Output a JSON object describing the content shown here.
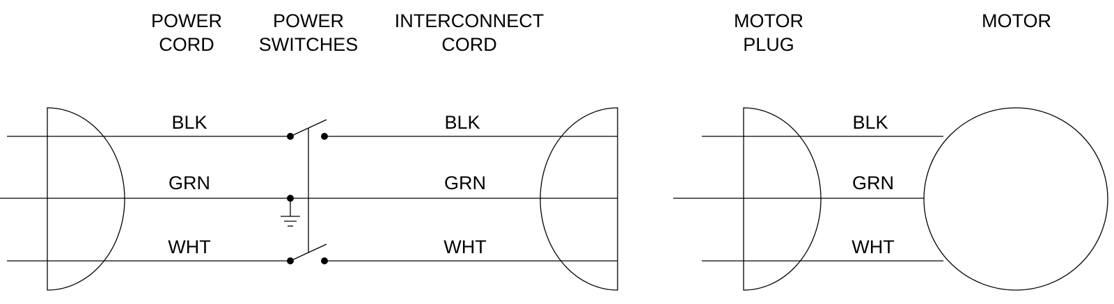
{
  "headers": {
    "power_cord": [
      "POWER",
      "CORD"
    ],
    "power_switches": [
      "POWER",
      "SWITCHES"
    ],
    "interconnect_cord": [
      "INTERCONNECT",
      "CORD"
    ],
    "motor_plug": [
      "MOTOR",
      "PLUG"
    ],
    "motor": [
      "MOTOR"
    ]
  },
  "wires": {
    "black": "BLK",
    "green": "GRN",
    "white": "WHT"
  }
}
